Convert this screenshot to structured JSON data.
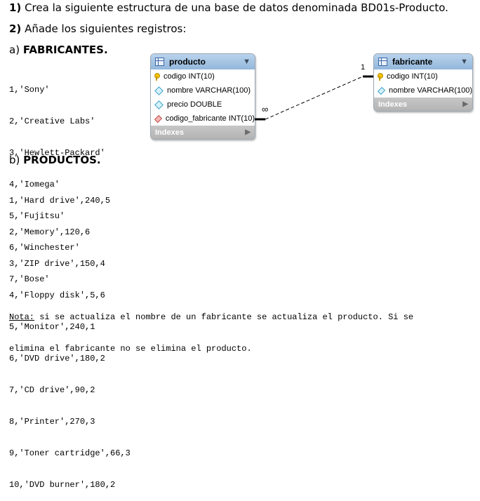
{
  "step1": {
    "num": "1)",
    "text": " Crea la siguiente estructura de una base de datos denominada BD01s-Producto."
  },
  "step2": {
    "num": "2)",
    "text": " Añade los siguientes registros:"
  },
  "section_a": {
    "prefix": "a) ",
    "title": "FABRICANTES."
  },
  "fabricantes": [
    "1,'Sony'",
    "2,'Creative Labs'",
    "3,'Hewlett-Packard'",
    "4,'Iomega'",
    "5,'Fujitsu'",
    "6,'Winchester'",
    "7,'Bose'"
  ],
  "section_b": {
    "prefix": "b) ",
    "title": "PRODUCTOS."
  },
  "productos": [
    "1,'Hard drive',240,5",
    "2,'Memory',120,6",
    "3,'ZIP drive',150,4",
    "4,'Floppy disk',5,6",
    "5,'Monitor',240,1",
    "6,'DVD drive',180,2",
    "7,'CD drive',90,2",
    "8,'Printer',270,3",
    "9,'Toner cartridge',66,3",
    "10,'DVD burner',180,2"
  ],
  "nota": {
    "label": "Nota:",
    "line1": " si se actualiza el nombre de un fabricante se actualiza el producto. Si se",
    "line2": "elimina el fabricante no se elimina el producto."
  },
  "diagram": {
    "producto": {
      "name": "producto",
      "columns": [
        "codigo INT(10)",
        "nombre VARCHAR(100)",
        "precio DOUBLE",
        "codigo_fabricante INT(10)"
      ],
      "footer": "Indexes"
    },
    "fabricante": {
      "name": "fabricante",
      "columns": [
        "codigo INT(10)",
        "nombre VARCHAR(100)"
      ],
      "footer": "Indexes"
    },
    "relation": {
      "one": "1",
      "many": "∞"
    },
    "colors": {
      "header": "#a9c7e6",
      "footer": "#bdbdbd",
      "pk": "#f2c300",
      "column": "#3aa3c7",
      "fk": "#c0504d"
    }
  }
}
